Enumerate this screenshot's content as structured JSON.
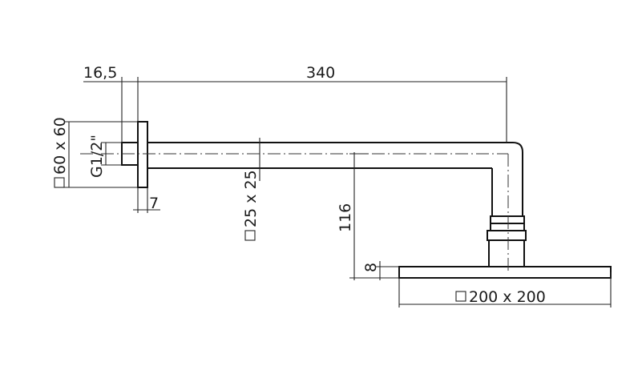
{
  "dimensions": {
    "wall_offset": "16,5",
    "arm_length": "340",
    "flange_size": "60 x 60",
    "thread": "G1/2\"",
    "flange_thickness": "7",
    "arm_section": "25 x 25",
    "drop_height": "116",
    "head_thickness": "8",
    "head_size": "200 x 200"
  },
  "symbols": {
    "square": "□"
  }
}
